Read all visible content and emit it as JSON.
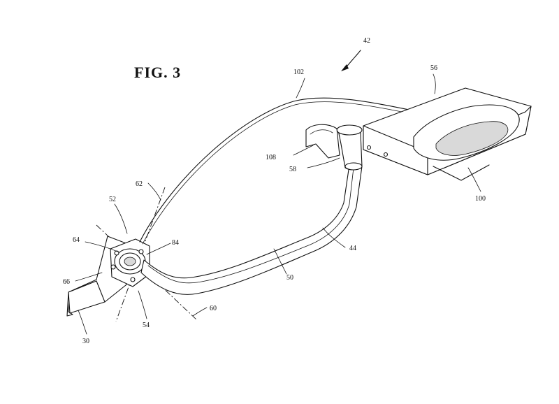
{
  "figure": {
    "title": "FIG. 3"
  },
  "refs": {
    "r42": "42",
    "r102": "102",
    "r56": "56",
    "r108": "108",
    "r58": "58",
    "r100": "100",
    "r62": "62",
    "r52": "52",
    "r64": "64",
    "r84": "84",
    "r44": "44",
    "r50": "50",
    "r66": "66",
    "r60": "60",
    "r54": "54",
    "r30": "30"
  }
}
